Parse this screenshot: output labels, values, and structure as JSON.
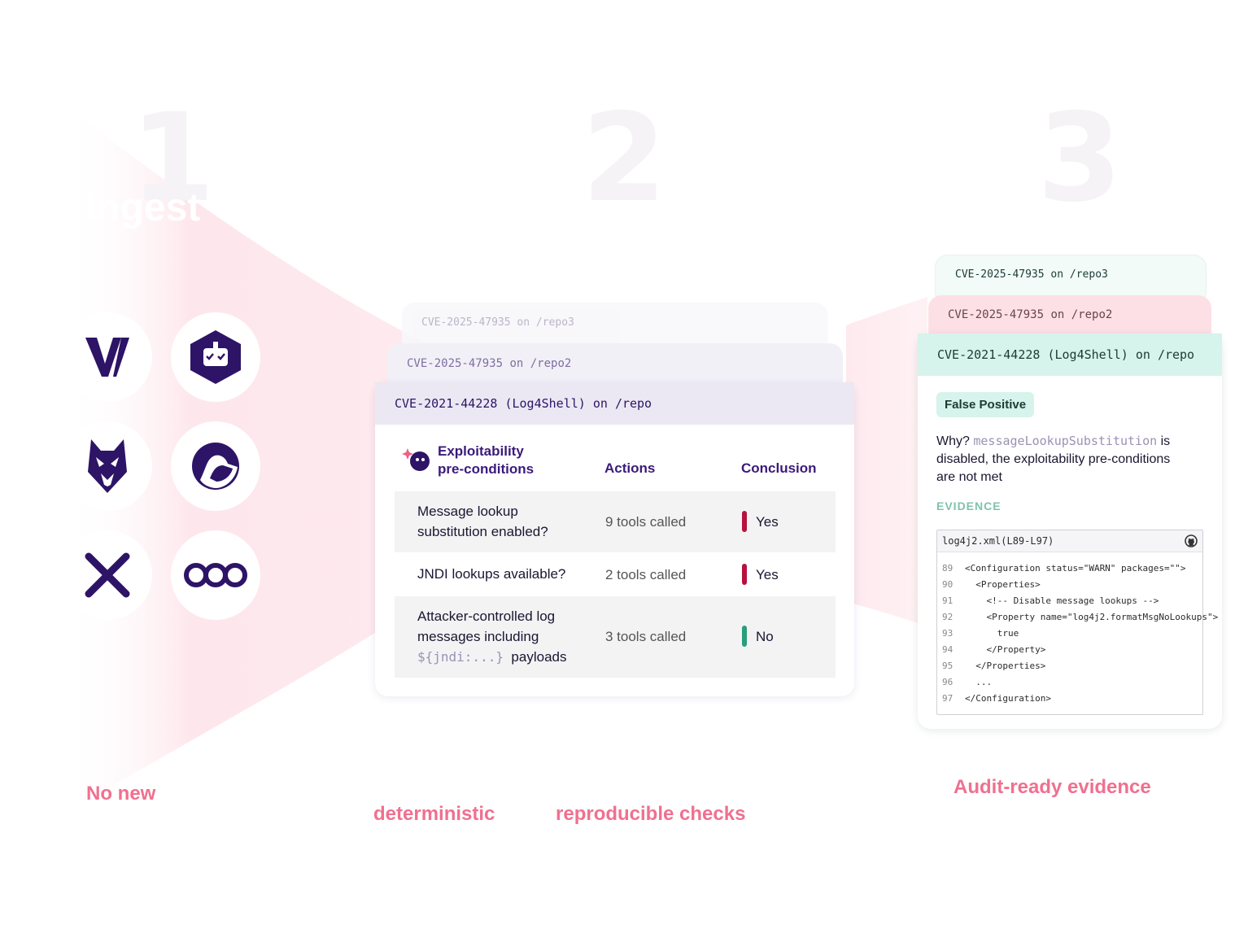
{
  "steps": {
    "one": "1",
    "one_word": "Ingest",
    "two": "2",
    "three": "3"
  },
  "logos": [
    "v-logo-icon",
    "bot-hex-icon",
    "wolf-logo-icon",
    "duck-logo-icon",
    "x-logo-icon",
    "three-rings-icon"
  ],
  "middle": {
    "back_card_3": {
      "cve": "CVE-2025-47935",
      "on": "on",
      "repo": "/repo3"
    },
    "back_card_2": {
      "cve": "CVE-2025-47935",
      "on": "on",
      "repo": "/repo2"
    },
    "front_card": {
      "cve": "CVE-2021-44228 (Log4Shell)",
      "on": "on",
      "repo": "/repo"
    },
    "headers": {
      "preconditions_1": "Exploitability",
      "preconditions_2": "pre-conditions",
      "actions": "Actions",
      "conclusion": "Conclusion"
    },
    "rows": [
      {
        "line1": "Message lookup",
        "line2": "substitution enabled?",
        "actions": "9 tools called",
        "conclusion": "Yes",
        "status_color": "#b5123d"
      },
      {
        "line1": "JNDI lookups available?",
        "actions": "2 tools called",
        "conclusion": "Yes",
        "status_color": "#b5123d"
      },
      {
        "line1": "Attacker-controlled log",
        "line2": "messages including",
        "code": "${jndi:...}",
        "line3": "payloads",
        "actions": "3 tools called",
        "conclusion": "No",
        "status_color": "#2a9d7a"
      }
    ]
  },
  "right": {
    "back_card_3": {
      "cve": "CVE-2025-47935",
      "on": "on",
      "repo": "/repo3"
    },
    "back_card_2": {
      "cve": "CVE-2025-47935",
      "on": "on",
      "repo": "/repo2"
    },
    "front_card": {
      "cve": "CVE-2021-44228 (Log4Shell)",
      "on": "on",
      "repo": "/repo"
    },
    "badge": "False Positive",
    "why_label": "Why?",
    "why_code": "messageLookupSubstitution",
    "why_rest1": "is",
    "why_rest2": "disabled, the exploitability pre-conditions",
    "why_rest3": "are not met",
    "evidence_label": "EVIDENCE",
    "file": "log4j2.xml(L89-L97)",
    "code_lines": [
      {
        "n": "89",
        "t": "<Configuration status=\"WARN\" packages=\"\">"
      },
      {
        "n": "90",
        "t": "  <Properties>"
      },
      {
        "n": "91",
        "t": "    <!-- Disable message lookups -->"
      },
      {
        "n": "92",
        "t": "    <Property name=\"log4j2.formatMsgNoLookups\">"
      },
      {
        "n": "93",
        "t": "      true"
      },
      {
        "n": "94",
        "t": "    </Property>"
      },
      {
        "n": "95",
        "t": "  </Properties>"
      },
      {
        "n": "96",
        "t": "  ..."
      },
      {
        "n": "97",
        "t": "</Configuration>"
      }
    ]
  },
  "captions": {
    "left": "No new",
    "middle_1": "deterministic",
    "middle_2": "reproducible checks",
    "right": "Audit-ready evidence"
  },
  "colors": {
    "accent_pink": "#f0708f",
    "brand_purple": "#2d1466",
    "mint": "#d6f3ec",
    "pink_soft": "#fde0e6"
  }
}
